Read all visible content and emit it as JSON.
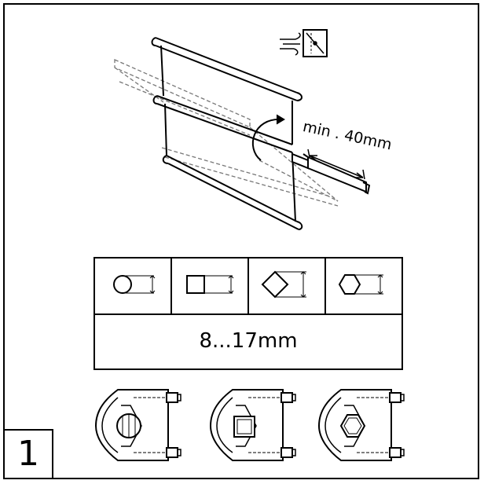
{
  "step_number": "1",
  "size_range": "8...17mm",
  "min_insertion": "min . 40mm",
  "shaft_profiles": [
    "round-shaft-icon",
    "square-shaft-icon",
    "diamond-shaft-icon",
    "hex-shaft-icon"
  ],
  "clamp_variants": [
    "round-clamp",
    "square-clamp",
    "hex-clamp"
  ],
  "colors": {
    "line": "#000000",
    "background": "#ffffff",
    "shading": "#555555"
  }
}
